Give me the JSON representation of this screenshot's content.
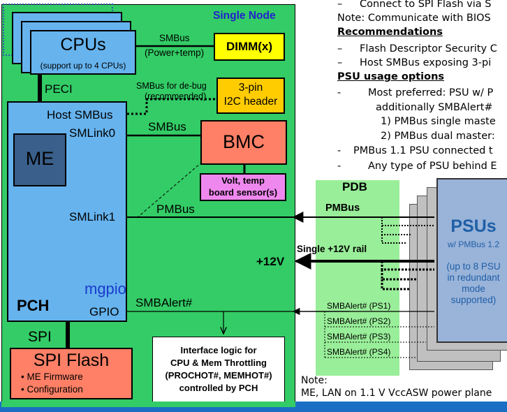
{
  "node": {
    "title": "Single Node",
    "cpus": {
      "label": "CPUs",
      "sub": "(support up to 4 CPUs)"
    },
    "dimm": "DIMM(x)",
    "smbus_power_temp": {
      "label1": "SMBus",
      "label2": "(Power+temp)"
    },
    "peci": "PECI",
    "i2c": {
      "label1": "3-pin",
      "label2": "I2C header"
    },
    "smbus_debug": {
      "label1": "SMBus for de-bug",
      "label2": "(recommended)"
    },
    "pch": {
      "host_smbus": "Host SMBus",
      "smlink0": "SMLink0",
      "smlink1": "SMLink1",
      "me": "ME",
      "mgpio": "mgpio",
      "pch": "PCH",
      "gpio": "GPIO"
    },
    "smbus_bmc": "SMBus",
    "bmc": "BMC",
    "sensors": {
      "label1": "Volt, temp",
      "label2": "board sensor(s)"
    },
    "pmbus_line": "PMBus",
    "smbalert_line": "SMBAlert#",
    "spi": "SPI",
    "spi_flash": {
      "title": "SPI Flash",
      "items": [
        "ME Firmware",
        "Configuration"
      ]
    },
    "interface": {
      "lines": [
        "Interface logic for",
        "CPU & Mem Throttling",
        "(PROCHOT#, MEMHOT#)",
        "controlled by PCH"
      ]
    }
  },
  "pdb": {
    "title": "PDB",
    "pmbus": "PMBus",
    "rail": "Single +12V rail",
    "v12": "+12V",
    "alerts": [
      "SMBAlert# (PS1)",
      "SMBAlert# (PS2)",
      "SMBAlert# (PS3)",
      "SMBAlert# (PS4)"
    ]
  },
  "psu": {
    "title": "PSUs",
    "sub": "w/ PMBus 1.2",
    "details": [
      "(up to 8 PSU",
      "in redundant",
      "mode",
      "supported)"
    ]
  },
  "notes": {
    "line1": "Connect to SPI Flash via S",
    "line2": "Note: Communicate with BIOS",
    "h1": "Recommendations",
    "rec1": "Flash Descriptor Security C",
    "rec2": "Host SMBus exposing 3-pi",
    "h2": "PSU usage options",
    "psu1": "Most preferred: PSU w/ P",
    "psu1b": "additionally SMBAlert#",
    "psu1c": "1) PMBus single maste",
    "psu1d": "2) PMBus dual master:",
    "psu2": "PMBus 1.1 PSU connected t",
    "psu3": "Any type of PSU behind E",
    "bottom1": "Note:",
    "bottom2": "ME, LAN on 1.1 V VccASW power plane"
  },
  "colors": {
    "node_bg": "#33cc66",
    "pch_blue": "#66b3ee",
    "me_dark": "#3a5f8a",
    "dimm": "#ffff00",
    "i2c": "#ffcc00",
    "bmc": "#ff8066",
    "sensor": "#ee88ee",
    "pdb": "#99ee99",
    "psu_front": "#99b3d9",
    "psu_text": "#1f5fa6",
    "mgpio": "#1a3ccc",
    "single_node_title": "#2222cc",
    "bottom_bar": "#1a6fc4"
  }
}
